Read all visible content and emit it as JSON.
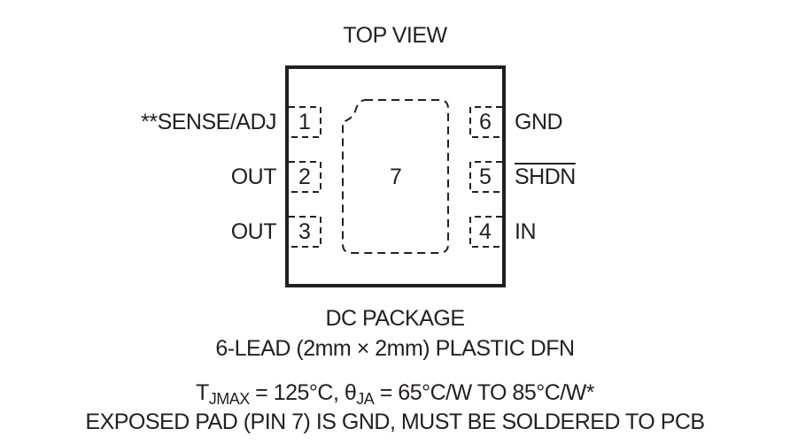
{
  "header": {
    "title": "TOP VIEW"
  },
  "pins": {
    "left": [
      {
        "number": "1",
        "name": "**SENSE/ADJ"
      },
      {
        "number": "2",
        "name": "OUT"
      },
      {
        "number": "3",
        "name": "OUT"
      }
    ],
    "right": [
      {
        "number": "6",
        "name": "GND"
      },
      {
        "number": "5",
        "name": "SHDN"
      },
      {
        "number": "4",
        "name": "IN"
      }
    ],
    "exposed_pad": {
      "number": "7"
    }
  },
  "package": {
    "name": "DC PACKAGE",
    "description": "6-LEAD (2mm × 2mm) PLASTIC DFN"
  },
  "thermal": {
    "t_symbol": "T",
    "t_subscript": "JMAX",
    "t_value": " = 125°C, ",
    "theta_symbol": "θ",
    "theta_subscript": "JA",
    "theta_value": " = 65°C/W TO 85°C/W*"
  },
  "note": "EXPOSED PAD (PIN 7) IS GND, MUST BE SOLDERED TO PCB",
  "colors": {
    "ink": "#231f20",
    "background": "#ffffff"
  }
}
